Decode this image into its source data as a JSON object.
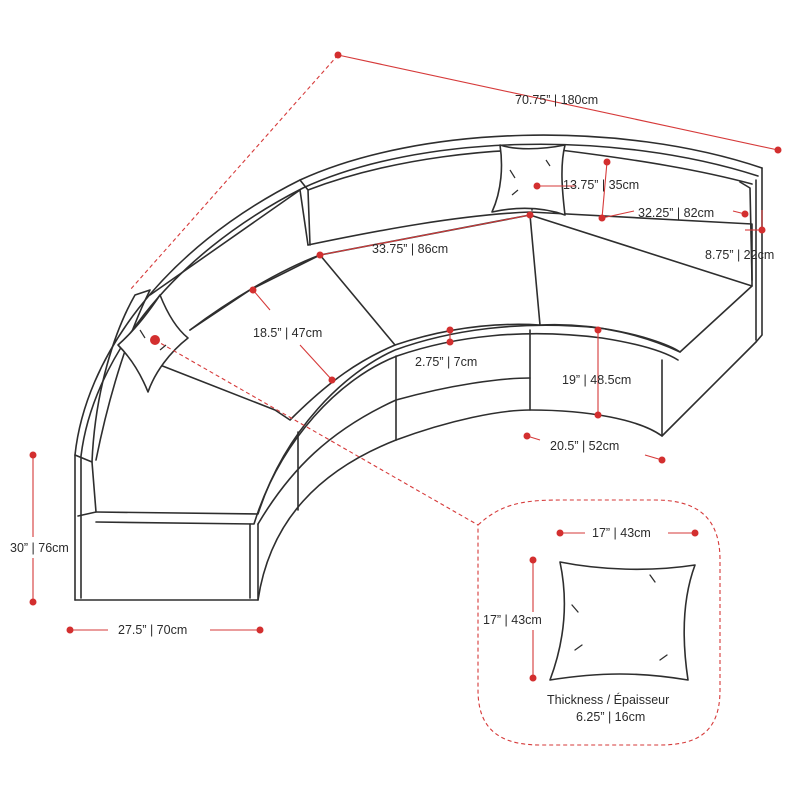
{
  "colors": {
    "outline": "#2e2e2e",
    "dimension": "#d63a3a",
    "dot": "#d32f2f",
    "text": "#2b2b2b",
    "background": "#ffffff"
  },
  "sofa": {
    "overall_width": "70.75” | 180cm",
    "back_cushion_height": "13.75” | 35cm",
    "back_length": "32.25” | 82cm",
    "arm_width": "8.75” | 22cm",
    "seat_back_length": "33.75” | 86cm",
    "seat_depth": "18.5” | 47cm",
    "seat_cushion_thickness": "2.75” | 7cm",
    "seat_height": "19” | 48.5cm",
    "inner_segment_width": "20.5” | 52cm",
    "overall_height": "30” | 76cm",
    "section_depth": "27.5” | 70cm"
  },
  "pillow": {
    "width": "17” | 43cm",
    "height": "17” | 43cm",
    "thickness_label": "Thickness / Épaisseur",
    "thickness_value": "6.25” | 16cm"
  }
}
